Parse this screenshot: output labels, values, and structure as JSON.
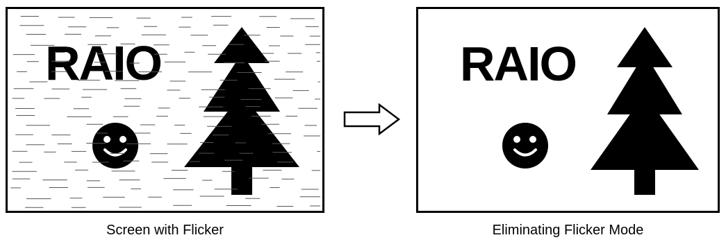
{
  "panels": {
    "left": {
      "logo_text": "RAIO",
      "caption": "Screen with Flicker"
    },
    "right": {
      "logo_text": "RAIO",
      "caption": "Eliminating Flicker Mode"
    }
  },
  "colors": {
    "ink": "#000000",
    "background": "#ffffff",
    "flicker_lines": "#555555"
  },
  "icons": [
    "smiley-icon",
    "tree-icon",
    "right-arrow-icon"
  ]
}
